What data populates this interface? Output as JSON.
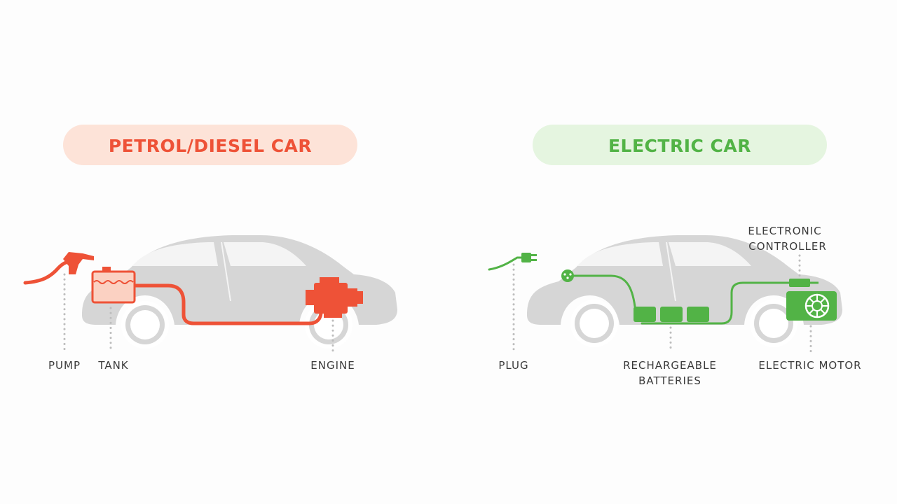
{
  "colors": {
    "petrol": "#ee5237",
    "petrol_bg": "#fde3d8",
    "tank_fill": "#fbd1c2",
    "electric": "#52b346",
    "electric_bg": "#e5f5e0",
    "car_body": "#d6d6d6",
    "window": "#f4f4f4",
    "label": "#3a3a3a",
    "leader": "#bdbdbd"
  },
  "petrol_car": {
    "title": "PETROL/DIESEL CAR",
    "labels": {
      "pump": "PUMP",
      "tank": "TANK",
      "engine": "ENGINE"
    },
    "icons": [
      "fuel-nozzle-icon",
      "fuel-tank-icon",
      "engine-icon"
    ]
  },
  "electric_car": {
    "title": "ELECTRIC CAR",
    "labels": {
      "plug": "PLUG",
      "batteries_line1": "RECHARGEABLE",
      "batteries_line2": "BATTERIES",
      "controller_line1": "ELECTRONIC",
      "controller_line2": "CONTROLLER",
      "motor": "ELECTRIC MOTOR"
    },
    "icons": [
      "plug-icon",
      "charging-socket-icon",
      "battery-icon",
      "controller-icon",
      "electric-motor-icon"
    ]
  }
}
